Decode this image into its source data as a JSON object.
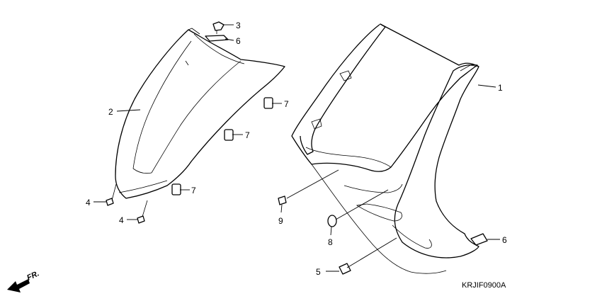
{
  "diagram": {
    "code": "KRJIF0900A",
    "front_marker": "FR.",
    "callouts": [
      {
        "id": "c1",
        "label": "1"
      },
      {
        "id": "c2",
        "label": "2"
      },
      {
        "id": "c3",
        "label": "3"
      },
      {
        "id": "c6a",
        "label": "6"
      },
      {
        "id": "c7a",
        "label": "7"
      },
      {
        "id": "c7b",
        "label": "7"
      },
      {
        "id": "c7c",
        "label": "7"
      },
      {
        "id": "c4a",
        "label": "4"
      },
      {
        "id": "c4b",
        "label": "4"
      },
      {
        "id": "c9",
        "label": "9"
      },
      {
        "id": "c8",
        "label": "8"
      },
      {
        "id": "c6b",
        "label": "6"
      },
      {
        "id": "c5",
        "label": "5"
      }
    ]
  }
}
